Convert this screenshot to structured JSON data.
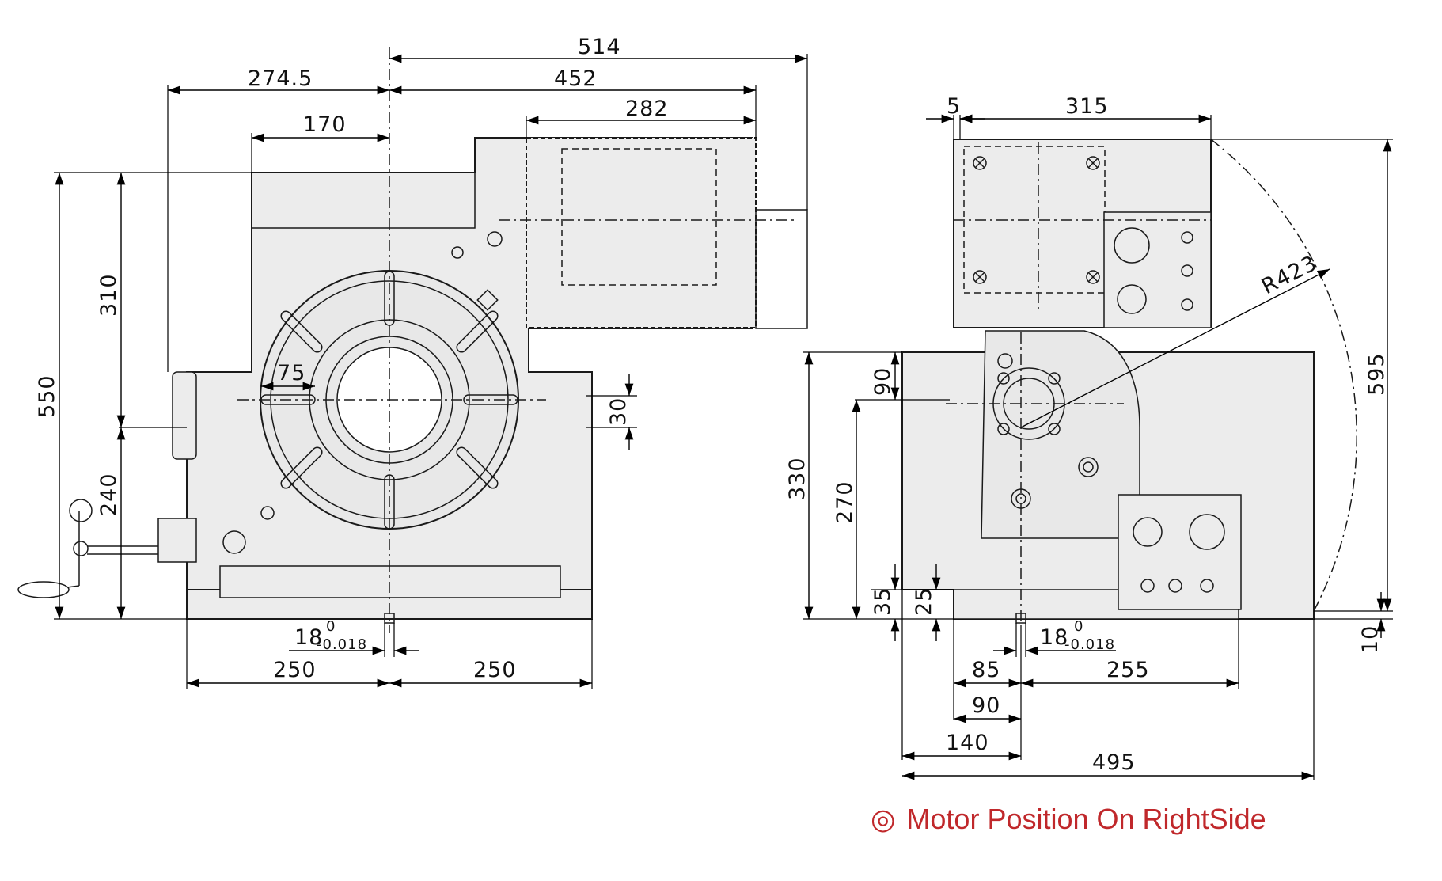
{
  "left_view": {
    "dims": {
      "d514": "514",
      "d452": "452",
      "d274_5": "274.5",
      "d282": "282",
      "d170": "170",
      "d550": "550",
      "d310": "310",
      "d240": "240",
      "d75": "75",
      "d30": "30",
      "d18": "18",
      "d18_tol_up": "0",
      "d18_tol_dn": "-0.018",
      "d250a": "250",
      "d250b": "250"
    }
  },
  "right_view": {
    "dims": {
      "d5": "5",
      "d315": "315",
      "r423": "R423",
      "d595": "595",
      "d330": "330",
      "d270": "270",
      "d90v": "90",
      "d35": "35",
      "d25": "25",
      "d10": "10",
      "d18": "18",
      "d18_tol_up": "0",
      "d18_tol_dn": "-0.018",
      "d85": "85",
      "d255": "255",
      "d90h": "90",
      "d140": "140",
      "d495": "495"
    }
  },
  "note": {
    "symbol": "◎",
    "text": "Motor Position On RightSide",
    "color": "#c0282b"
  }
}
